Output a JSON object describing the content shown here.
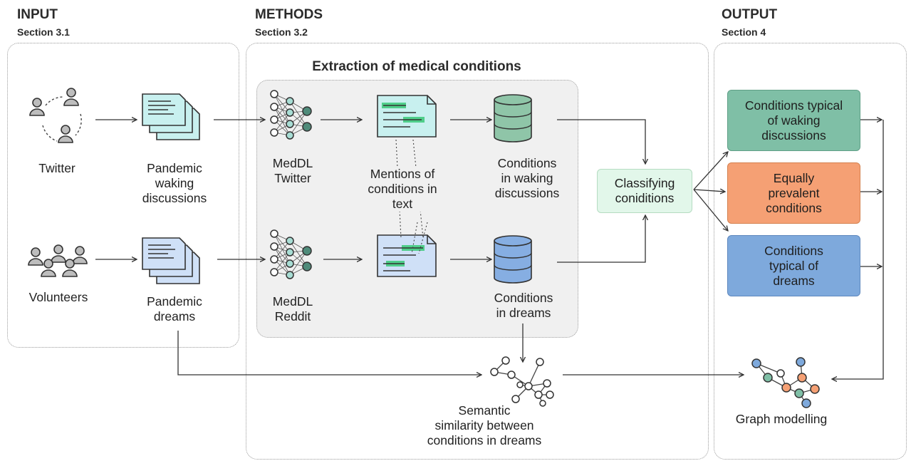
{
  "sections": {
    "input": {
      "title": "INPUT",
      "subtitle": "Section 3.1"
    },
    "methods": {
      "title": "METHODS",
      "subtitle": "Section 3.2"
    },
    "output": {
      "title": "OUTPUT",
      "subtitle": "Section 4"
    }
  },
  "extraction_title": "Extraction of medical conditions",
  "input": {
    "twitter": "Twitter",
    "volunteers": "Volunteers",
    "waking_docs": [
      "Pandemic",
      "waking",
      "discussions"
    ],
    "dreams_docs": [
      "Pandemic",
      "dreams"
    ]
  },
  "methods": {
    "meddl_twitter": [
      "MedDL",
      "Twitter"
    ],
    "meddl_reddit": [
      "MedDL",
      "Reddit"
    ],
    "mentions": [
      "Mentions of",
      "conditions in",
      "text"
    ],
    "conditions_waking": [
      "Conditions",
      "in waking",
      "discussions"
    ],
    "conditions_dreams": [
      "Conditions",
      "in dreams"
    ],
    "classifying": [
      "Classifying",
      "coniditions"
    ],
    "semantic": [
      "Semantic",
      "similarity between",
      "conditions in dreams"
    ]
  },
  "output": {
    "typical_waking": [
      "Conditions typical",
      "of waking",
      "discussions"
    ],
    "equally_prevalent": [
      "Equally",
      "prevalent",
      "conditions"
    ],
    "typical_dreams": [
      "Conditions",
      "typical of",
      "dreams"
    ],
    "graph_modelling": "Graph modelling"
  },
  "colors": {
    "waking_green": "#7fbfa6",
    "equal_orange": "#f5a074",
    "dreams_blue": "#7ea9dc",
    "classify_mint": "#e2f7ea",
    "doc_cyan": "#c8f0ef",
    "doc_blue": "#cfe0f7",
    "highlight_green": "#4fce8a"
  },
  "icons": [
    "people-network-icon",
    "people-group-icon",
    "documents-icon",
    "neural-network-icon",
    "text-highlight-icon",
    "database-icon",
    "graph-icon"
  ]
}
